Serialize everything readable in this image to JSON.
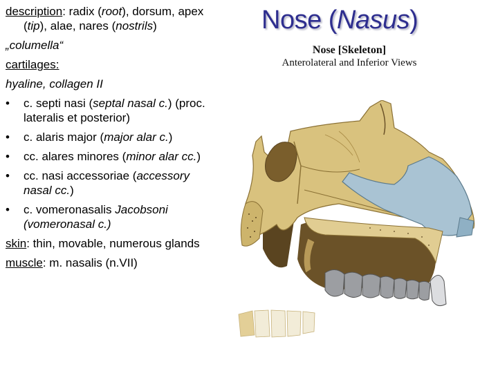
{
  "slide": {
    "title_main": "Nose (",
    "title_italic": "Nasus",
    "title_close": ")",
    "title_color": "#2e2e8f"
  },
  "description": {
    "label": "description",
    "text1": ": radix (",
    "root": "root",
    "text2": "), dorsum, apex (",
    "tip": "tip",
    "text3": "), alae, nares (",
    "nostrils": "nostrils",
    "text4": ")"
  },
  "columella": "„columella“",
  "cartilages": {
    "label": "cartilages:",
    "type": "hyaline, collagen II",
    "items": [
      {
        "bullet": "•",
        "latin": "c. septi nasi (",
        "english": "septal nasal c.",
        "close": ")",
        "extra": " (proc. lateralis et posterior)"
      },
      {
        "bullet": "•",
        "latin": "c. alaris major (",
        "english": "major alar c.",
        "close": ")",
        "extra": ""
      },
      {
        "bullet": "•",
        "latin": "cc. alares minores (",
        "english": "minor alar cc.",
        "close": ")",
        "extra": ""
      },
      {
        "bullet": "•",
        "latin": "cc. nasi accessoriae (",
        "english": "accessory nasal cc.",
        "close": ")",
        "extra": ""
      },
      {
        "bullet": "•",
        "latin": "c. vomeronasalis ",
        "english": "Jacobsoni (vomeronasal c.)",
        "close": "",
        "extra": ""
      }
    ]
  },
  "skin": {
    "label": "skin",
    "text": ": thin, movable, numerous glands"
  },
  "muscle": {
    "label": "muscle",
    "text": ": m. nasalis (n.VII)"
  },
  "figure": {
    "title": "Nose [Skeleton]",
    "subtitle": "Anterolateral and Inferior Views",
    "colors": {
      "bone": "#d9c27e",
      "bone_dark": "#a88a44",
      "cartilage": "#a9c3d3",
      "cavity": "#6b5228",
      "teeth": "#9c9ea2"
    }
  }
}
